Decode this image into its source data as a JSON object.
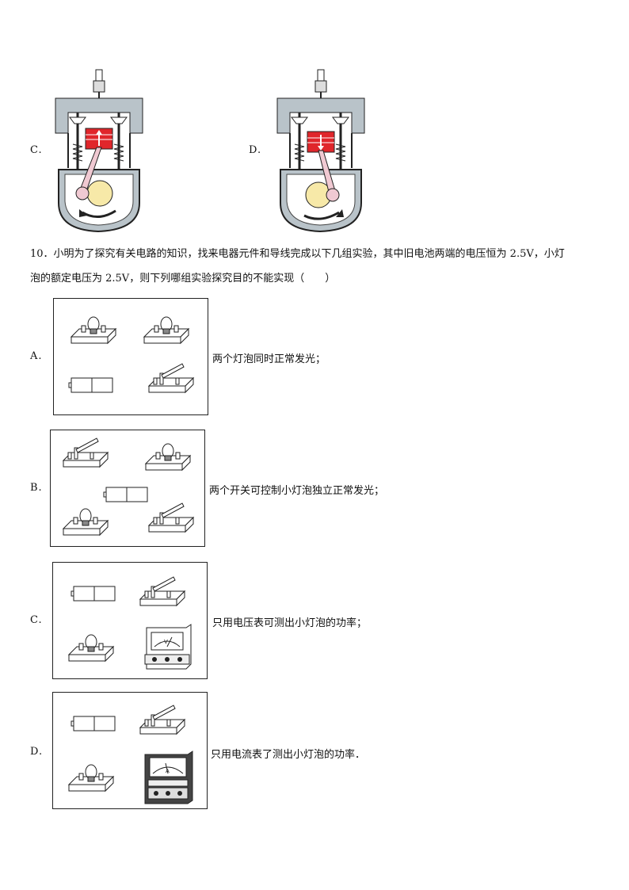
{
  "engine_options": [
    {
      "label": "C.",
      "piston_arrow": "up"
    },
    {
      "label": "D.",
      "piston_arrow": "down"
    }
  ],
  "question": {
    "line1": "10．小明为了探究有关电路的知识，找来电器元件和导线完成以下几组实验，其中旧电池两端的电压恒为 2.5V，小灯",
    "line2": "泡的额定电压为 2.5V，则下列哪组实验探究目的不能实现（　　）"
  },
  "options": [
    {
      "label": "A.",
      "text": "两个灯泡同时正常发光；"
    },
    {
      "label": "B.",
      "text": "两个开关可控制小灯泡独立正常发光；"
    },
    {
      "label": "C.",
      "text": "只用电压表可测出小灯泡的功率；"
    },
    {
      "label": "D.",
      "text": "只用电流表了测出小灯泡的功率．"
    }
  ],
  "colors": {
    "piston": "#e0262b",
    "rod": "#f0c9d2",
    "crank": "#f7e9a8",
    "housing": "#b9c3c9"
  }
}
